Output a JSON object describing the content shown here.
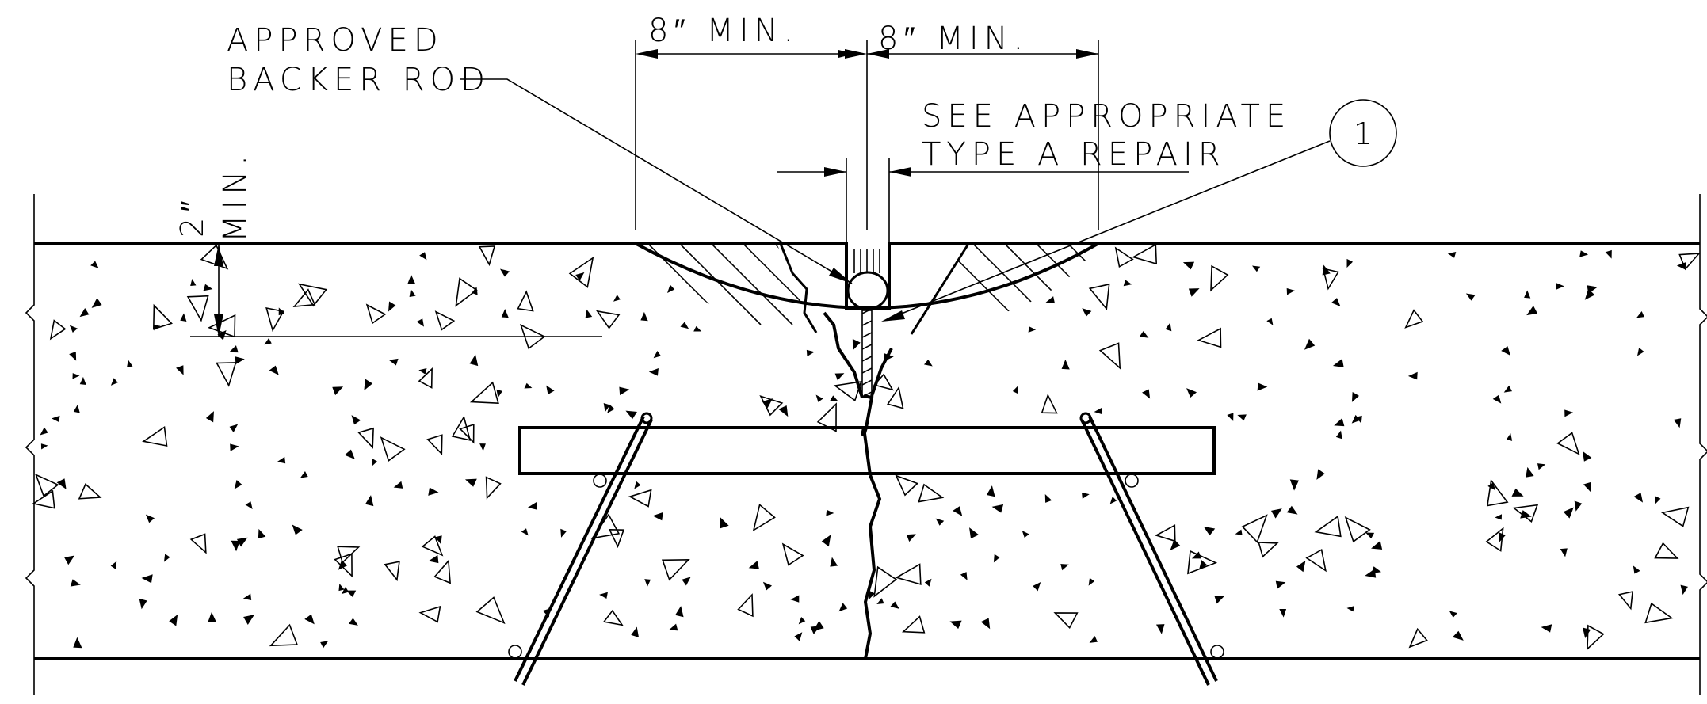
{
  "title": "",
  "annotations": {
    "backer_rod_line1": "APPROVED",
    "backer_rod_line2": "BACKER ROD",
    "min_left": "8″ MIN.",
    "min_right": "8″ MIN.",
    "repair_line1": "SEE APPROPRIATE",
    "repair_line2": "TYPE A REPAIR",
    "depth_value": "2″",
    "depth_min": "MIN.",
    "callout_number": "1"
  },
  "colors": {
    "line": "#000000",
    "background": "#ffffff"
  }
}
